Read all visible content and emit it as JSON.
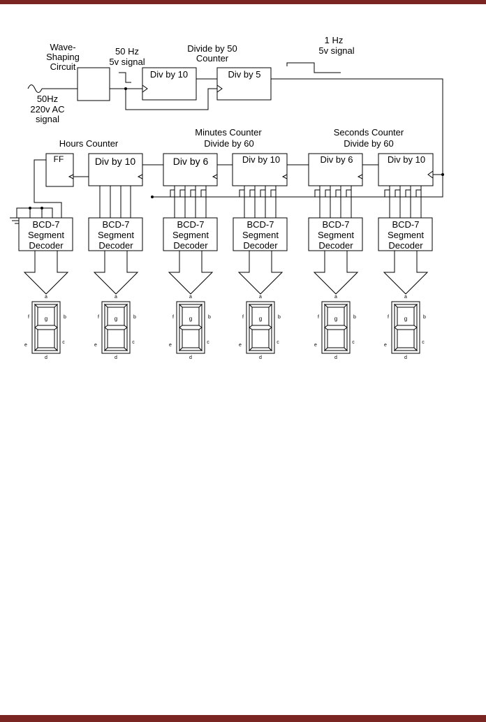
{
  "colors": {
    "frame_bar": "#7b2522",
    "line": "#000000",
    "background": "#ffffff"
  },
  "input": {
    "freq": "50Hz",
    "voltage": "220v AC",
    "word": "signal",
    "icon": "ac-sine-icon"
  },
  "wave_shaping": {
    "line1": "Wave-",
    "line2": "Shaping",
    "line3": "Circuit"
  },
  "signal_50hz": {
    "freq": "50 Hz",
    "level": "5v signal"
  },
  "divide_by_50": {
    "line1": "Divide by 50",
    "line2": "Counter",
    "div10": "Div by 10",
    "div5": "Div by 5"
  },
  "signal_1hz": {
    "freq": "1 Hz",
    "level": "5v signal"
  },
  "hours": {
    "title": "Hours Counter",
    "ff": "FF",
    "div10": "Div by 10"
  },
  "minutes": {
    "title1": "Minutes Counter",
    "title2": "Divide by 60",
    "div6": "Div by 6",
    "div10": "Div by 10"
  },
  "seconds": {
    "title1": "Seconds Counter",
    "title2": "Divide by 60",
    "div6": "Div by 6",
    "div10": "Div by 10"
  },
  "decoder": {
    "line1": "BCD-7",
    "line2": "Segment",
    "line3": "Decoder"
  },
  "segment_labels": {
    "a": "a",
    "b": "b",
    "c": "c",
    "d": "d",
    "e": "e",
    "f": "f",
    "g": "g"
  }
}
